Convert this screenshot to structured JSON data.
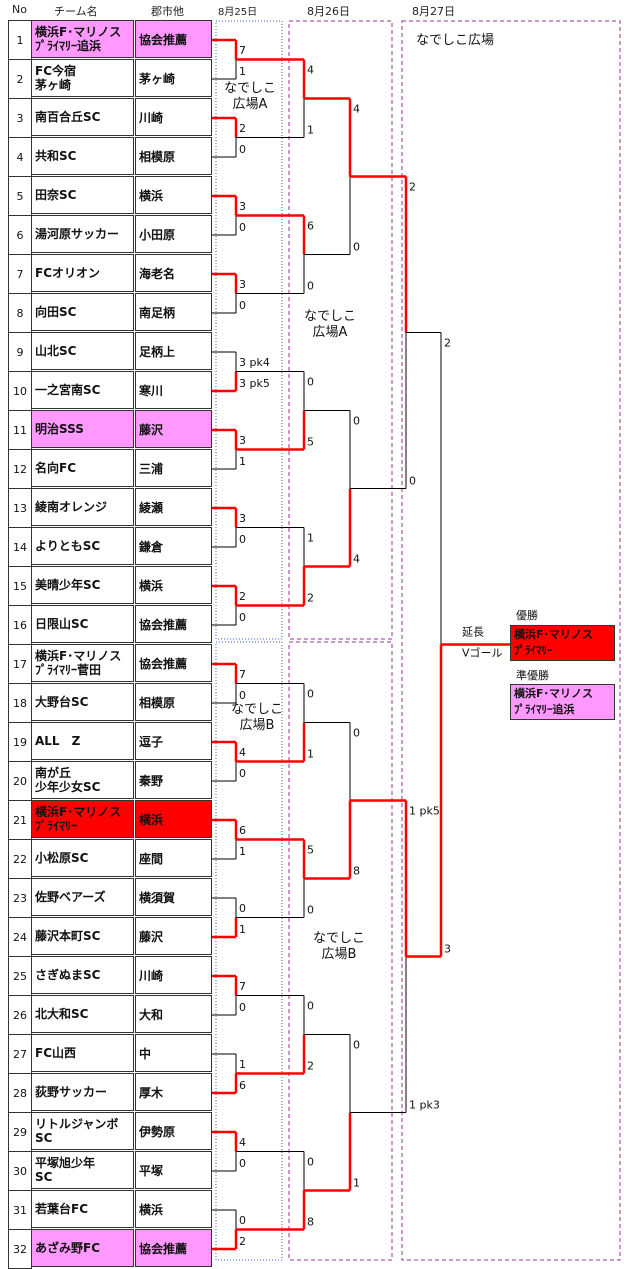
{
  "header": {
    "no": "No",
    "team": "チーム名",
    "city": "郡市他",
    "day1": "8月25日",
    "day2": "8月26日",
    "day3": "8月27日"
  },
  "teams": [
    {
      "no": "1",
      "name": "横浜F･マリノス\nﾌﾟﾗｲﾏﾘｰ追浜",
      "city": "協会推薦",
      "hl": "pink"
    },
    {
      "no": "2",
      "name": "FC今宿\n茅ヶ崎",
      "city": "茅ヶ崎",
      "hl": ""
    },
    {
      "no": "3",
      "name": "南百合丘SC",
      "city": "川崎",
      "hl": ""
    },
    {
      "no": "4",
      "name": "共和SC",
      "city": "相模原",
      "hl": ""
    },
    {
      "no": "5",
      "name": "田奈SC",
      "city": "横浜",
      "hl": ""
    },
    {
      "no": "6",
      "name": "湯河原サッカー",
      "city": "小田原",
      "hl": ""
    },
    {
      "no": "7",
      "name": "FCオリオン",
      "city": "海老名",
      "hl": ""
    },
    {
      "no": "8",
      "name": "向田SC",
      "city": "南足柄",
      "hl": ""
    },
    {
      "no": "9",
      "name": "山北SC",
      "city": "足柄上",
      "hl": ""
    },
    {
      "no": "10",
      "name": "一之宮南SC",
      "city": "寒川",
      "hl": ""
    },
    {
      "no": "11",
      "name": "明治SSS",
      "city": "藤沢",
      "hl": "pink"
    },
    {
      "no": "12",
      "name": "名向FC",
      "city": "三浦",
      "hl": ""
    },
    {
      "no": "13",
      "name": "綾南オレンジ",
      "city": "綾瀬",
      "hl": ""
    },
    {
      "no": "14",
      "name": "よりともSC",
      "city": "鎌倉",
      "hl": ""
    },
    {
      "no": "15",
      "name": "美晴少年SC",
      "city": "横浜",
      "hl": ""
    },
    {
      "no": "16",
      "name": "日限山SC",
      "city": "協会推薦",
      "hl": ""
    },
    {
      "no": "17",
      "name": "横浜F･マリノス\nﾌﾟﾗｲﾏﾘｰ菅田",
      "city": "協会推薦",
      "hl": ""
    },
    {
      "no": "18",
      "name": "大野台SC",
      "city": "相模原",
      "hl": ""
    },
    {
      "no": "19",
      "name": "ALL　Z",
      "city": "逗子",
      "hl": ""
    },
    {
      "no": "20",
      "name": "南が丘\n少年少女SC",
      "city": "秦野",
      "hl": ""
    },
    {
      "no": "21",
      "name": "横浜F･マリノス\nﾌﾟﾗｲﾏﾘｰ",
      "city": "横浜",
      "hl": "red"
    },
    {
      "no": "22",
      "name": "小松原SC",
      "city": "座間",
      "hl": ""
    },
    {
      "no": "23",
      "name": "佐野ベアーズ",
      "city": "横須賀",
      "hl": ""
    },
    {
      "no": "24",
      "name": "藤沢本町SC",
      "city": "藤沢",
      "hl": ""
    },
    {
      "no": "25",
      "name": "さぎぬまSC",
      "city": "川崎",
      "hl": ""
    },
    {
      "no": "26",
      "name": "北大和SC",
      "city": "大和",
      "hl": ""
    },
    {
      "no": "27",
      "name": "FC山西",
      "city": "中",
      "hl": ""
    },
    {
      "no": "28",
      "name": "荻野サッカー",
      "city": "厚木",
      "hl": ""
    },
    {
      "no": "29",
      "name": "リトルジャンボ\nSC",
      "city": "伊勢原",
      "hl": ""
    },
    {
      "no": "30",
      "name": "平塚旭少年\nSC",
      "city": "平塚",
      "hl": ""
    },
    {
      "no": "31",
      "name": "若葉台FC",
      "city": "横浜",
      "hl": ""
    },
    {
      "no": "32",
      "name": "あざみ野FC",
      "city": "協会推薦",
      "hl": "pink"
    }
  ],
  "venues": {
    "r1_top": "なでしこ\n広場A",
    "r1_bottom": "なでしこ\n広場B",
    "r2_top": "なでしこ\n広場A",
    "r2_bottom": "なでしこ\n広場B",
    "r3": "なでしこ広場"
  },
  "chart_data": {
    "type": "tournament-bracket",
    "round1": [
      {
        "teams": [
          1,
          2
        ],
        "scores": [
          "7",
          "1"
        ],
        "winner": 1
      },
      {
        "teams": [
          3,
          4
        ],
        "scores": [
          "2",
          "0"
        ],
        "winner": 3
      },
      {
        "teams": [
          5,
          6
        ],
        "scores": [
          "3",
          "0"
        ],
        "winner": 5
      },
      {
        "teams": [
          7,
          8
        ],
        "scores": [
          "3",
          "0"
        ],
        "winner": 7
      },
      {
        "teams": [
          9,
          10
        ],
        "scores": [
          "3 pk4",
          "3 pk5"
        ],
        "winner": 10
      },
      {
        "teams": [
          11,
          12
        ],
        "scores": [
          "3",
          "1"
        ],
        "winner": 11
      },
      {
        "teams": [
          13,
          14
        ],
        "scores": [
          "3",
          "0"
        ],
        "winner": 13
      },
      {
        "teams": [
          15,
          16
        ],
        "scores": [
          "2",
          "0"
        ],
        "winner": 15
      },
      {
        "teams": [
          17,
          18
        ],
        "scores": [
          "7",
          "0"
        ],
        "winner": 17
      },
      {
        "teams": [
          19,
          20
        ],
        "scores": [
          "4",
          "0"
        ],
        "winner": 19
      },
      {
        "teams": [
          21,
          22
        ],
        "scores": [
          "6",
          "1"
        ],
        "winner": 21
      },
      {
        "teams": [
          23,
          24
        ],
        "scores": [
          "0",
          "1"
        ],
        "winner": 24
      },
      {
        "teams": [
          25,
          26
        ],
        "scores": [
          "7",
          "0"
        ],
        "winner": 25
      },
      {
        "teams": [
          27,
          28
        ],
        "scores": [
          "1",
          "6"
        ],
        "winner": 28
      },
      {
        "teams": [
          29,
          30
        ],
        "scores": [
          "4",
          "0"
        ],
        "winner": 29
      },
      {
        "teams": [
          31,
          32
        ],
        "scores": [
          "0",
          "2"
        ],
        "winner": 32
      }
    ],
    "round2": [
      {
        "scores": [
          "4",
          "1"
        ],
        "winner": 0
      },
      {
        "scores": [
          "6",
          "0"
        ],
        "winner": 0
      },
      {
        "scores": [
          "0",
          "5"
        ],
        "winner": 1
      },
      {
        "scores": [
          "1",
          "2"
        ],
        "winner": 1
      },
      {
        "scores": [
          "0",
          "1"
        ],
        "winner": 1
      },
      {
        "scores": [
          "5",
          "0"
        ],
        "winner": 0
      },
      {
        "scores": [
          "0",
          "2"
        ],
        "winner": 1
      },
      {
        "scores": [
          "0",
          "8"
        ],
        "winner": 1
      }
    ],
    "round3": [
      {
        "scores": [
          "4",
          "0"
        ],
        "winner": 0
      },
      {
        "scores": [
          "0",
          "4"
        ],
        "winner": 1
      },
      {
        "scores": [
          "0",
          "8"
        ],
        "winner": 1
      },
      {
        "scores": [
          "0",
          "1"
        ],
        "winner": 1
      }
    ],
    "semifinal": [
      {
        "scores": [
          "2",
          "0"
        ],
        "winner": 0
      },
      {
        "scores": [
          "1 pk5",
          "1 pk3"
        ],
        "winner": 0
      }
    ],
    "final": {
      "scores": [
        "2",
        "3"
      ],
      "notes": [
        "延長",
        "Vゴール"
      ],
      "winner": 1
    }
  },
  "results": {
    "champion_label": "優勝",
    "champion": "横浜F･マリノス\nﾌﾟﾗｲﾏﾘｰ",
    "runnerup_label": "準優勝",
    "runnerup": "横浜F･マリノス\nﾌﾟﾗｲﾏﾘｰ追浜"
  },
  "colors": {
    "win_line": "#ff0000",
    "line": "#000000",
    "pink": "#ff99ff",
    "red": "#ff0000",
    "dash_purple": "#993399",
    "dot_blue": "#3366cc"
  }
}
